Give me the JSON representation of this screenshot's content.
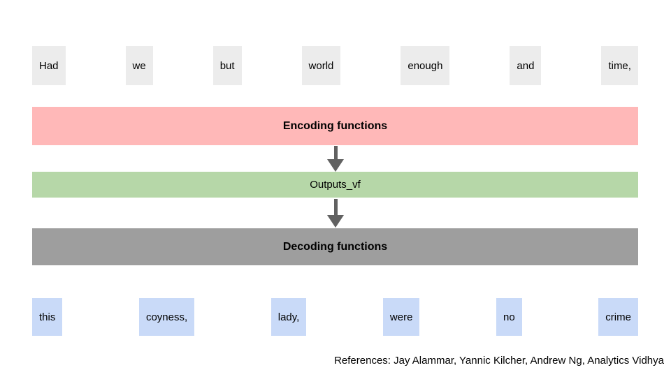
{
  "diagram": {
    "input_tokens": [
      "Had",
      "we",
      "but",
      "world",
      "enough",
      "and",
      "time,"
    ],
    "encoder_label": "Encoding functions",
    "outputs_label": "Outputs_vf",
    "decoder_label": "Decoding functions",
    "output_tokens": [
      "this",
      "coyness,",
      "lady,",
      "were",
      "no",
      "crime"
    ],
    "references": "References: Jay Alammar, Yannic Kilcher, Andrew Ng, Analytics Vidhya"
  },
  "colors": {
    "encoder-bg": "#ffb8b8",
    "outputs-bg": "#b6d7a8",
    "decoder-bg": "#9e9e9e",
    "input-token-bg": "#ececec",
    "output-token-bg": "#c9daf8",
    "arrow": "#616161",
    "text": "#000000"
  }
}
